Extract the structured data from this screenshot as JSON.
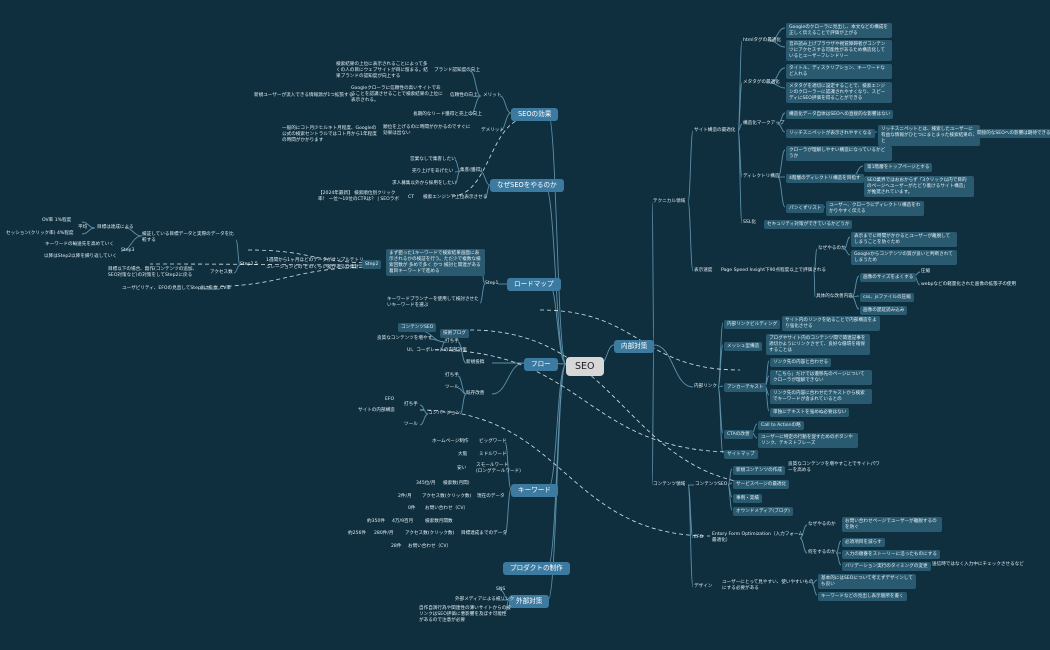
{
  "theme": {
    "background": "#0f2f3f",
    "branch": "#5c8fa8",
    "major": "#3c7aa0",
    "box": "#2a5a70",
    "root": "#d7d7d7",
    "dashed": "#d8e4ea"
  },
  "root": {
    "label": "SEO"
  },
  "left": {
    "effects": {
      "label": "SEOの効果",
      "merit": {
        "label": "メリット",
        "brand": {
          "label": "ブランド認知度の向上",
          "desc": "検索結果の上位に表示されることによって多くの人の目にウェブサイトが目に留まる。結果ブランドの認知度が向上する"
        },
        "trust": {
          "label": "信頼性の向上",
          "desc": "Googleクローラに信頼性の高いサイトであることを認識させることで検索結果の上位に表示される。"
        },
        "lead": {
          "label": "長期的なリード獲得と売上の向上",
          "desc": "新規ユーザーが流入できる情報源が1つ拡張する"
        }
      },
      "demerit": {
        "label": "デメリット",
        "time": "順位を上げるのに時間がかかるのですぐに効果は出ない",
        "cost": "一般的にコト月少ヒルキト月程度、Googleの公式の検索セントラルではコト月から1年程度の時間がかかります"
      }
    },
    "why": {
      "label": "なぜSEOをやるのか",
      "attract": {
        "label": "集客(獲得)",
        "items": [
          "営業なしで集客したい",
          "売り上げをあげたい",
          "求人募集以外から採用をしたい"
        ]
      },
      "ctr": {
        "label": "検索エンジン下上位表示させる",
        "sub": "CT",
        "desc": "【2024年最新】 検索順位別クリック率！ ー位～10位のCTRは？ | SEOラボ"
      }
    },
    "roadmap": {
      "label": "ロードマップ",
      "step1": {
        "label": "Step1",
        "desc": "まず狙った1キーワードで検索結果画面に表示されるかの検証を行う。ただ少で複数な検索回数が 多めで多く かつ 検討と関連がある着目キーワードで進める",
        "planner": "キーワードプランナーを使用して検討させたいキーワードを選ぶ"
      },
      "step2": {
        "label": "Step2",
        "caption": "1週間から1ヶ月ほどのデータがサンプルテトリ",
        "sub": "ュレーションとの どのくらい差があるか集計"
      },
      "step25": {
        "label": "Step2.5",
        "check": "検証している目標データと実際のデータを比較する",
        "goal_if": "目標は達成による",
        "avg": "平均",
        "ov": [
          "OV率 1%程度",
          "セッション(クリック率) 4%程度"
        ],
        "kw_expand": "キーワードの輸送先を高めていく",
        "step3": "Step3",
        "repeat": "以降はStep2以降を繰り返していく",
        "access": {
          "label": "アクセス数",
          "goal": "目標以下の場合、無作(コンテンツの追加、SEO対策など)の対策をしてStep2に戻る",
          "cv": "CV率",
          "cv_desc": "ユーザビリティ、EFOの見直してStep2に戻る"
        }
      }
    },
    "flow": {
      "label": "フロー",
      "new_content": {
        "label": "新規投稿",
        "plan": "打ち手",
        "content_seo": "コンテンツSEO",
        "blog": "技術ブログ",
        "quality": "良質なコンテンツを増やす",
        "ux": "UI、コーポレートの内部対策"
      },
      "existing": {
        "label": "既存改善",
        "plan": "打ち手",
        "tool": "ツール",
        "conversion": "コンバージョン",
        "plan2": "打ち手",
        "efo": "EFO",
        "site": "サイトの内部構造",
        "tool2": "ツール"
      }
    },
    "keywords": {
      "label": "キーワード",
      "rows": [
        [
          "ホームページ制作",
          "ビッグワード"
        ],
        [
          "大阪",
          "ミドルワード"
        ],
        [
          "安い",
          "スモールワード\n(ロングテールワード)"
        ],
        [
          "345位/月",
          "検索数(月間)"
        ],
        [
          "2件/月",
          "アクセス数(クリック数)",
          "現在のデータ"
        ],
        [
          "0件",
          "お問い合わせ（CV）"
        ],
        [
          "約350件",
          "4万/9百月",
          "検索数月間数"
        ],
        [
          "約256件",
          "280件/月",
          "アクセス数(クリック数)",
          "目標達成までのデータ"
        ],
        [
          "28件",
          "お問い合わせ（CV）"
        ]
      ]
    },
    "product": {
      "label": "プロダクトの制作"
    },
    "external": {
      "label": "外部対策",
      "sns": "SNS",
      "media": "外部メディアによる被リンク",
      "note": "自作自演行為や関連性の薄いサイトからの被リンクはSEO評価に悪影響を及ぼす可能性があるので注意が必要"
    }
  },
  "right": {
    "internal": {
      "label": "内部対策",
      "technical": {
        "label": "テクニカル領域",
        "structure": {
          "label": "サイト構造の最適化",
          "html": {
            "label": "htmlタグの最適化",
            "items": [
              "Googleのクローラに見出し、本文などの構成を正しく伝えることで評価が上がる",
              "音声読み上げブラウザや視覚障碍者がコンテンツにアクセスする可能性があるため構造化しているとユーザーフレンドリー"
            ]
          },
          "meta": {
            "label": "メタタグの最適化",
            "items": [
              "タイトル、ディスクリプション、キーワードなど入れる",
              "メタタグを適切に設定することで、検索エンジンのクローラーに認識されやすくなり、スピーディにSEO評価を得ることができる"
            ]
          },
          "markup": {
            "label": "構造化マークアップ",
            "items": [
              "構造化データ自体はSEOへの直接的な影響はない",
              "リッチスニペットが表示されやすくなる"
            ],
            "rich": "リッチスニペットとは、検索したユーザーに有益な情報がひとつにまとまった検索結果のこと",
            "indirect": "間接的なSEOへの影響は期待できる"
          },
          "directory": {
            "label": "ディレクトリ構造",
            "crawl": "クローラが理解しやすい構造になっているかどうか",
            "layer": {
              "label": "4階層のディレクトリ構造を目指す",
              "items": [
                "第1階層をトップページとする",
                "SEO業界ではおおからず「3クリック以内で目的のページへユーザーがたどり着けるサイト構造」が推奨されています。"
              ]
            },
            "breadcrumb": {
              "label": "パンくずリスト",
              "desc": "ユーザー、クローラにディレクトリ構造をわかりやすく伝える"
            }
          },
          "ssl": {
            "label": "SSL化",
            "desc": "セキュリティ対策ができているかどうか"
          }
        },
        "display": {
          "label": "表示速度",
          "psi": "Page Speed Insight下90点程度以上で評価される",
          "why": {
            "label": "なぜやるのか",
            "items": [
              "表示までに時間がかかるとユーザーが離脱してしまうことを防ぐため",
              "Googleからコンテンツの質が良いと判断されてしまうため"
            ]
          },
          "methods": {
            "label": "具体的な改善内容",
            "image": {
              "label": "画像のサイズをよくする",
              "compress": "圧縮",
              "webp": "webpなどの軽量化された画像の拡張子の使用"
            },
            "items": [
              "css、jsファイルの圧縮",
              "画像の遅延読み込み"
            ]
          }
        }
      },
      "internal_link": {
        "label": "内部リンク",
        "building": {
          "label": "内部リンクビルディング",
          "desc": "サイト内のリンクを貼ることで内部構造をより強化させる"
        },
        "mesh": {
          "label": "メッシュ型構造",
          "desc": "ブログやサイト内のコンテンツ間で関連記事を適切かようにリンクさせて、良好な循環を確保することは"
        },
        "anchor": {
          "label": "アンカーテキスト",
          "items": [
            "リンク先の内容と合わせる",
            "「こちら」だけでは遷移先のページについてクローラが理解できない",
            "リンク先の内容に合わせたテキストから検索でキーワードが含まれているとの",
            "単独にテキストを強めぬ必要はない"
          ]
        },
        "cta": {
          "label": "CTAの改善",
          "items": [
            "Call to Actionの略",
            "ユーザーに特定の行動を促すためのボタンやリンク、テキストフレーズ"
          ]
        },
        "sitemap": {
          "label": "サイトマップ"
        }
      },
      "content": {
        "label": "コンテンツ領域",
        "content_seo": {
          "label": "コンテンツSEO",
          "create": {
            "label": "新規コンテンツの作成",
            "desc": "良質なコンテンツを増やすことでサイトパワーを高める"
          },
          "items": [
            "サービスページの最適化",
            "事例・実績",
            "オウンドメディア(ブログ)"
          ]
        },
        "efo": {
          "label": "EFO",
          "full": "Entory Form Optimization（入力フォーム最適化）",
          "why": {
            "label": "なぜやるのか",
            "desc": "お問い合わせページでユーザーが離脱するのを防ぐ"
          },
          "how": {
            "label": "何をするのか",
            "items": [
              "必須項目を減らす",
              "入力の順番をストーリーに沿ったものにする",
              "バリデーション実行のタイミングの変更"
            ],
            "validation": "送信時ではなく入力中にチェックさせるなど"
          }
        },
        "design": {
          "label": "デザイン",
          "ux": "ユーザーにとって見やすい、使いやすいものにする必要がある",
          "items": [
            "基本的にはSEOについて考えずデザインしても良い",
            "キーワードなどの見出し表示箇所を書く"
          ]
        }
      }
    }
  }
}
